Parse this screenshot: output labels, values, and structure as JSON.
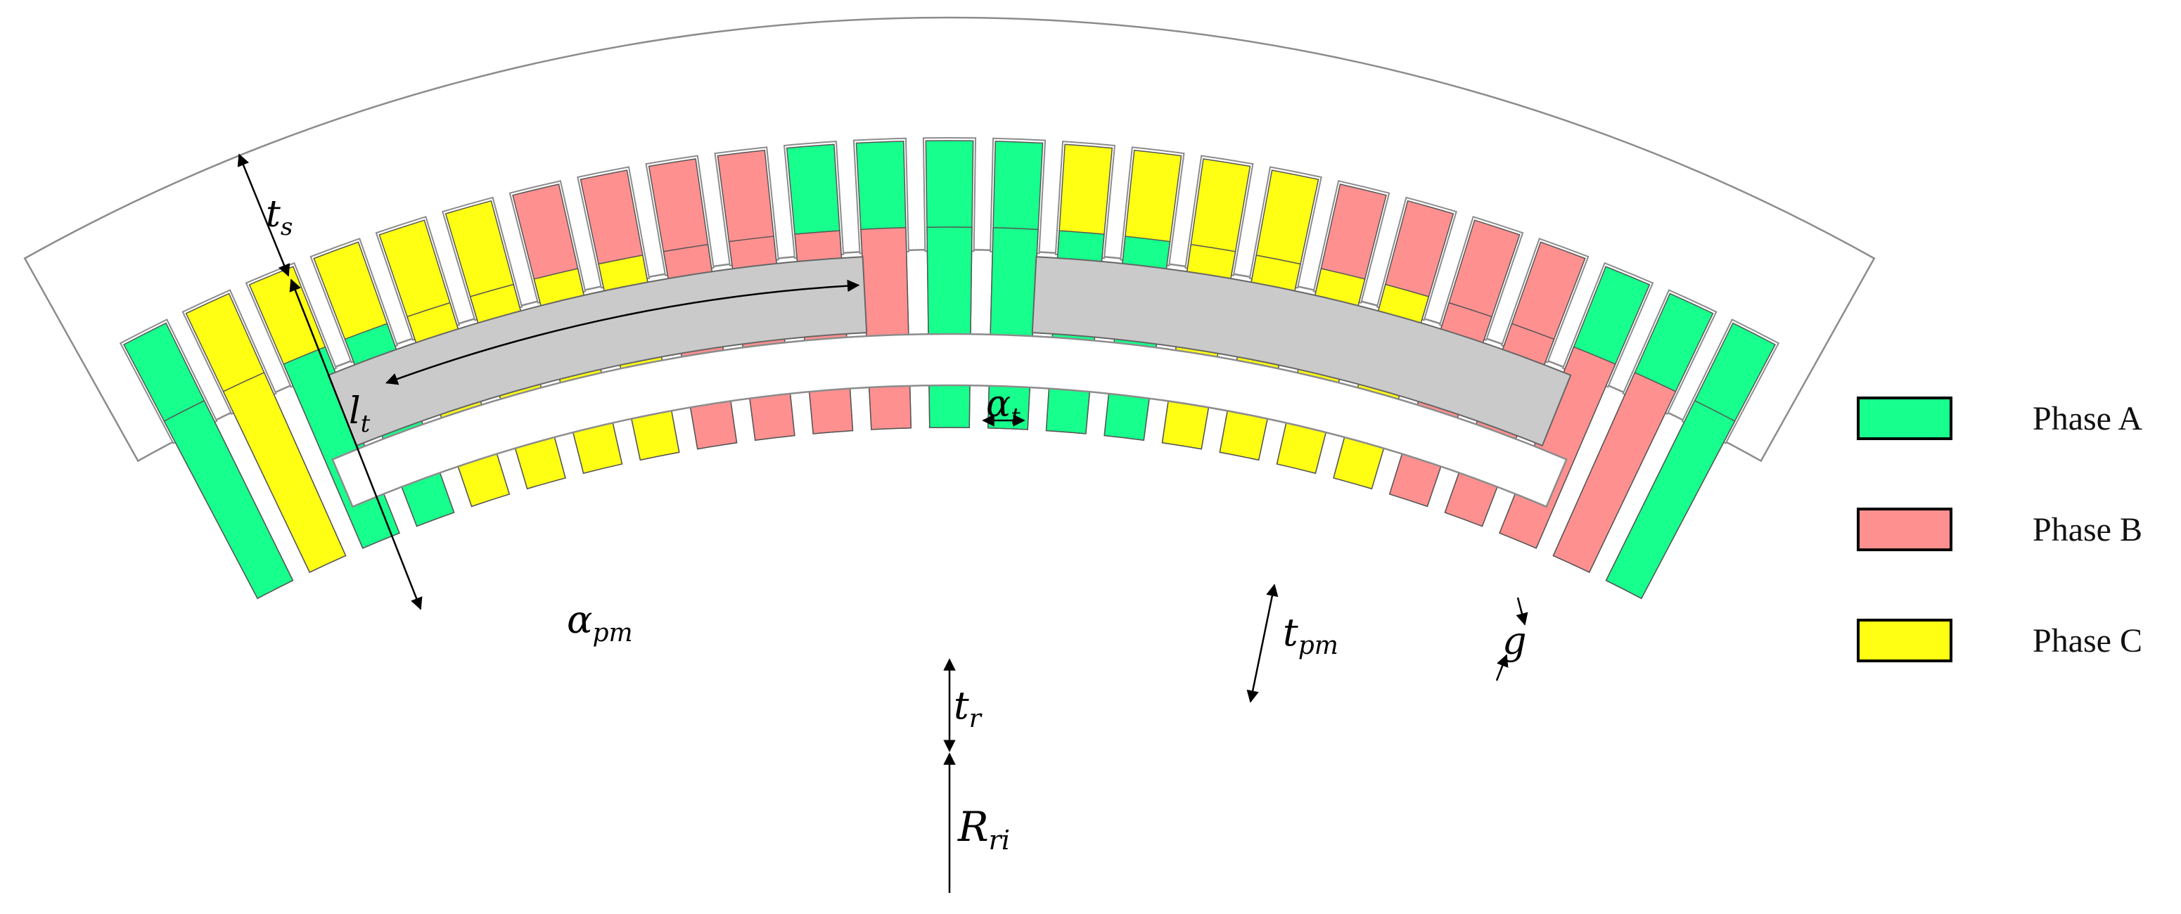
{
  "colors": {
    "phase_a": "#17ff8c",
    "phase_b": "#ff9090",
    "phase_c": "#ffff14",
    "magnet": "#cacaca",
    "outline": "#8c8c8c",
    "arrow": "#000000"
  },
  "legend": [
    {
      "label": "Phase A",
      "color": "#17ff8c"
    },
    {
      "label": "Phase B",
      "color": "#ff9090"
    },
    {
      "label": "Phase C",
      "color": "#ffff14"
    }
  ],
  "labels": {
    "t_s": {
      "base": "t",
      "sub": "s"
    },
    "l_t": {
      "base": "l",
      "sub": "t"
    },
    "alpha_t": {
      "base": "α",
      "sub": "t"
    },
    "alpha_pm": {
      "base": "α",
      "sub": "pm"
    },
    "t_pm": {
      "base": "t",
      "sub": "pm"
    },
    "g": {
      "base": "g",
      "sub": ""
    },
    "t_r": {
      "base": "t",
      "sub": "r"
    },
    "R_ri": {
      "base": "R",
      "sub": "ri"
    }
  },
  "slots": [
    {
      "outer": "A",
      "inner": "A"
    },
    {
      "outer": "C",
      "inner": "C"
    },
    {
      "outer": "C",
      "inner": "A"
    },
    {
      "outer": "C",
      "inner": "A"
    },
    {
      "outer": "C",
      "inner": "C"
    },
    {
      "outer": "C",
      "inner": "C"
    },
    {
      "outer": "B",
      "inner": "C"
    },
    {
      "outer": "B",
      "inner": "C"
    },
    {
      "outer": "B",
      "inner": "B"
    },
    {
      "outer": "B",
      "inner": "B"
    },
    {
      "outer": "A",
      "inner": "B"
    },
    {
      "outer": "A",
      "inner": "B"
    },
    {
      "outer": "A",
      "inner": "A"
    },
    {
      "outer": "A",
      "inner": "A"
    },
    {
      "outer": "C",
      "inner": "A"
    },
    {
      "outer": "C",
      "inner": "A"
    },
    {
      "outer": "C",
      "inner": "C"
    },
    {
      "outer": "C",
      "inner": "C"
    },
    {
      "outer": "B",
      "inner": "C"
    },
    {
      "outer": "B",
      "inner": "C"
    },
    {
      "outer": "B",
      "inner": "B"
    },
    {
      "outer": "B",
      "inner": "B"
    },
    {
      "outer": "A",
      "inner": "B"
    },
    {
      "outer": "A",
      "inner": "B"
    },
    {
      "outer": "A",
      "inner": "A"
    }
  ]
}
